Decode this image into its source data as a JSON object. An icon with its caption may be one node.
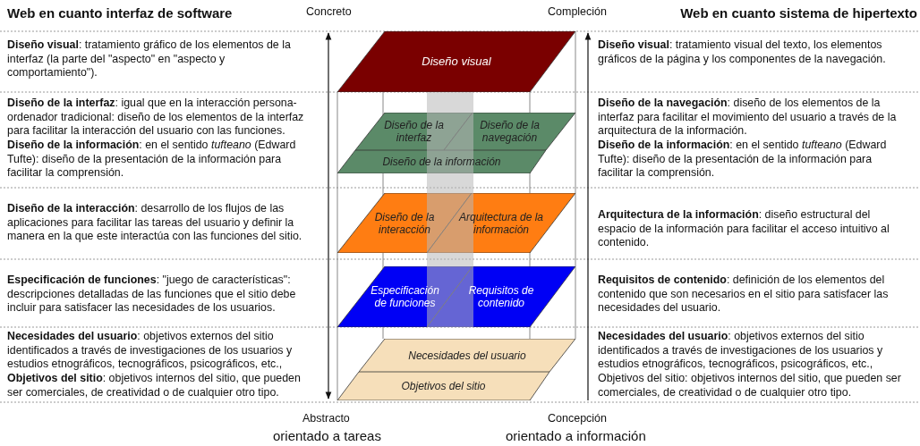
{
  "diagram": {
    "nodes": [
      {
        "text": [
          "Diseño visual"
        ]
      },
      {
        "text": [
          "Diseño de la interfaz"
        ]
      },
      {
        "text": [
          "Diseño de la navegación"
        ]
      },
      {
        "text": [
          "Diseño de la información"
        ]
      },
      {
        "text": [
          "Diseño de la interacción"
        ]
      },
      {
        "text": [
          "Arquitectura de la información"
        ]
      },
      {
        "text": [
          "Especificación de funciones"
        ]
      },
      {
        "text": [
          "Requisitos de contenido"
        ]
      },
      {
        "text": [
          "Necesidades del usuario"
        ]
      },
      {
        "text": [
          "Objetivos del sitio"
        ]
      }
    ],
    "labels": [
      "Web en cuanto interfaz de software",
      "Concreto",
      "Compleción",
      "Web en cuanto sistema de hipertexto",
      "**Diseño visual**: tratamiento gráfico de los elementos de la interfaz (la parte del \"aspecto\" en \"aspecto y comportamiento\").",
      "**Diseño visual**: tratamiento visual del texto, los elementos gráficos de la página y los componentes de la navegación.",
      "**Diseño de la interfaz**: igual que en la interacción persona-ordenador tradicional: diseño de los elementos de la interfaz para facilitar la interacción del usuario con las funciones.",
      "**Diseño de la navegación**: diseño de los elementos de la interfaz para facilitar el movimiento del usuario a través de la arquitectura de la información.",
      "**Diseño de la información**: en el sentido *tufteano* (Edward Tufte): diseño de la presentación de la información para facilitar la comprensión.",
      "**Diseño de la información**: en el sentido *tufteano* (Edward Tufte): diseño de la presentación de la información para facilitar la comprensión.",
      "**Diseño de la interacción**: desarrollo de los flujos de las aplicaciones para facilitar las tareas del usuario y definir la manera en la que este interactúa con las funciones del sitio.",
      "**Arquitectura de la información**: diseño estructural del espacio de la información para facilitar el acceso intuitivo al contenido.",
      "**Especificación de funciones**: \"juego de características\": descripciones detalladas de las funciones que el sitio debe incluir para satisfacer las necesidades de los usuarios.",
      "**Requisitos de contenido**: definición de los elementos del contenido que son necesarios en el sitio para satisfacer las necesidades del usuario.",
      "**Necesidades del usuario**: objetivos externos del sitio identificados a través de investigaciones de los usuarios y estudios etnográficos, tecnográficos, psicográficos, etc.,",
      "**Necesidades del usuario**: objetivos externos del sitio identificados a través de investigaciones de los usuarios y estudios etnográficos, tecnográficos, psicográficos, etc.,",
      "**Objetivos del sitio**: objetivos internos del sitio, que pueden ser comerciales, de creatividad o de cualquier otro tipo.",
      "Objetivos del sitio: objetivos internos del sitio, que pueden ser comerciales, de creatividad o de cualquier otro tipo.",
      "Abstracto",
      "Concepción",
      "orientado a tareas",
      "orientado a información"
    ]
  }
}
